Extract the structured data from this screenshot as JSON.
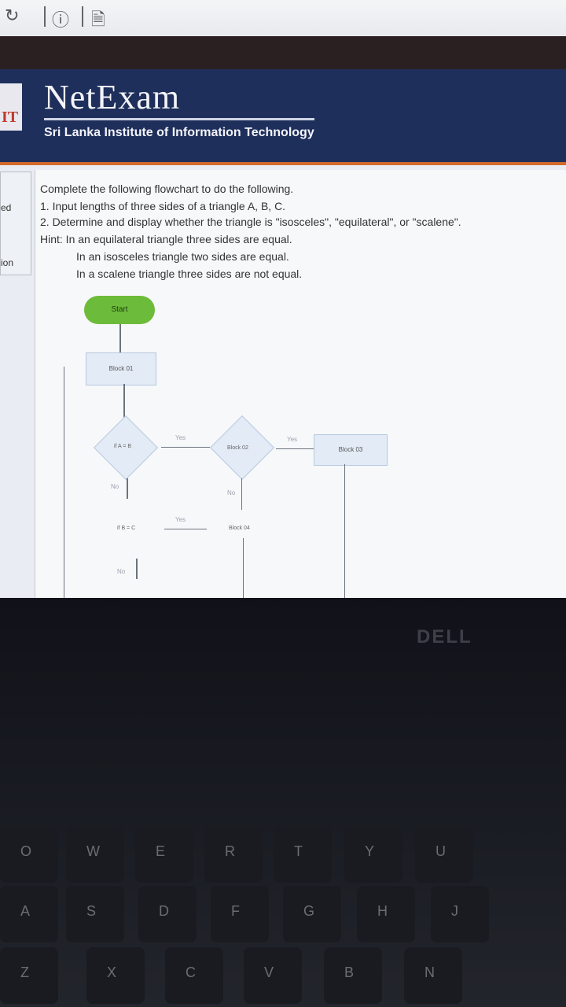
{
  "browser": {
    "reload_icon": "↻",
    "info_icon": "ⓘ",
    "tab_icon": "🗎"
  },
  "header": {
    "logo_text": "IT",
    "brand": "NetExam",
    "subtitle": "Sri Lanka Institute of Information Technology"
  },
  "sidebar": {
    "items": [
      {
        "label": "ed"
      },
      {
        "label": "ion"
      }
    ]
  },
  "question": {
    "lines": [
      "Complete the following flowchart to do the following.",
      "1. Input lengths of three sides of a triangle A, B, C.",
      "2. Determine and display whether the triangle is \"isosceles\", \"equilateral\", or \"scalene\".",
      "Hint: In an equilateral triangle three sides are equal.",
      "In an isosceles triangle two sides are equal.",
      "In a scalene triangle three sides are not equal."
    ]
  },
  "flowchart": {
    "start": "Start",
    "block01": "Block 01",
    "block02": "Block 02",
    "block03": "Block 03",
    "block04": "Block 04",
    "cond1": "if A = B",
    "cond2": "if B = C",
    "yes": "Yes",
    "no": "No"
  },
  "keyboard": {
    "brand": "DELL",
    "row1": [
      "O",
      "W",
      "E",
      "R",
      "T",
      "Y",
      "U"
    ],
    "row2": [
      "A",
      "S",
      "D",
      "F",
      "G",
      "H",
      "J"
    ],
    "row3": [
      "Z",
      "X",
      "C",
      "V",
      "B",
      "N"
    ]
  }
}
